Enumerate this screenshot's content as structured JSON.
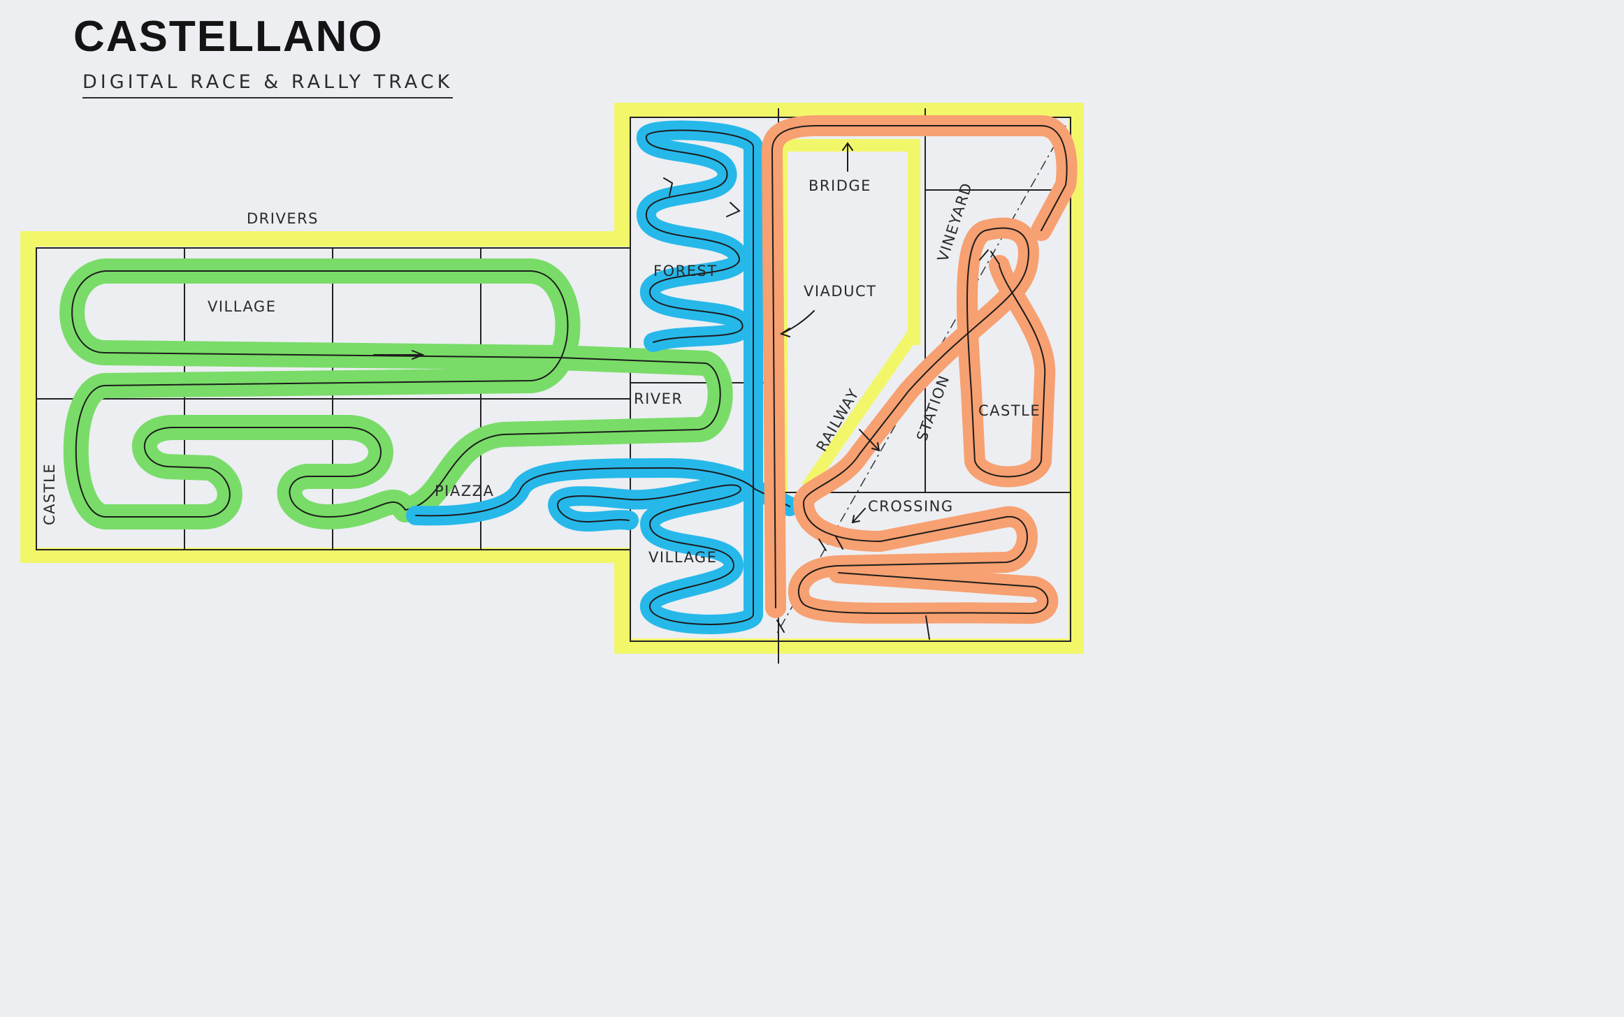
{
  "title": "CASTELLANO",
  "subtitle": "DIGITAL RACE & RALLY TRACK",
  "labels": {
    "drivers": "DRIVERS",
    "village_left": "VILLAGE",
    "castle_left": "CASTLE",
    "river": "RIVER",
    "piazza": "PIAZZA",
    "forest": "FOREST",
    "village_bottom": "VILLAGE",
    "bridge": "BRIDGE",
    "viaduct": "VIADUCT",
    "vineyard": "VINEYARD",
    "railway": "RAILWAY",
    "station": "STATION",
    "castle_right": "CASTLE",
    "crossing": "CROSSING"
  },
  "colors": {
    "paper": "#eceef2",
    "highlight": "#f2f76a",
    "green_track": "#79dc68",
    "blue_track": "#27b8ea",
    "orange_track": "#f7a071",
    "ink": "#1c1c1c"
  }
}
